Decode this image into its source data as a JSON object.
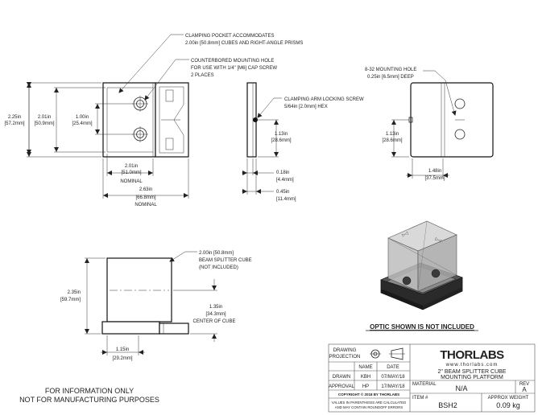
{
  "top_view": {
    "callout_pocket": [
      "CLAMPING POCKET ACCOMMODATES",
      "2.00in [50.8mm] CUBES AND RIGHT-ANGLE PRISMS"
    ],
    "callout_hole": [
      "COUNTERBORED MOUNTING HOLE",
      "FOR USE WITH 1/4\" [M6] CAP SCREW",
      "2 PLACES"
    ],
    "dim_height_total": [
      "2.25in",
      "[57.2mm]"
    ],
    "dim_height_pocket": [
      "2.01in",
      "[50.9mm]"
    ],
    "dim_hole_spacing": [
      "1.00in",
      "[25.4mm]"
    ],
    "dim_pocket_width": [
      "2.01in",
      "[51.0mm]",
      "NOMINAL"
    ],
    "dim_total_width": [
      "2.63in",
      "[66.8mm]",
      "NOMINAL"
    ]
  },
  "side_view": {
    "callout_screw": [
      "CLAMPING ARM LOCKING SCREW",
      "5/64in [2.0mm] HEX"
    ],
    "dim_height": [
      "1.13in",
      "[28.6mm]"
    ],
    "dim_thin": [
      "0.18in",
      "[4.4mm]"
    ],
    "dim_thick": [
      "0.45in",
      "[11.4mm]"
    ]
  },
  "back_view": {
    "callout_hole": [
      "8-32 MOUNTING HOLE",
      "0.25in [6.5mm] DEEP"
    ],
    "dim_height": [
      "1.13in",
      "[28.6mm]"
    ],
    "dim_width": [
      "1.48in",
      "[37.5mm]"
    ]
  },
  "front_view": {
    "callout_cube": [
      "2.00in [50.8mm]",
      "BEAM SPLITTER CUBE",
      "(NOT INCLUDED)"
    ],
    "dim_height": [
      "2.35in",
      "[59.7mm]"
    ],
    "dim_center": [
      "1.35in",
      "[34.3mm]",
      "CENTER OF CUBE"
    ],
    "dim_width": [
      "1.15in",
      "[29.2mm]"
    ]
  },
  "iso_note": "OPTIC SHOWN IS NOT INCLUDED",
  "disclaimer": [
    "FOR INFORMATION ONLY",
    "NOT FOR MANUFACTURING PURPOSES"
  ],
  "title_block": {
    "projection_label": [
      "DRAWING",
      "PROJECTION"
    ],
    "logo": "THORLABS",
    "website": "www.thorlabs.com",
    "title": [
      "2\" BEAM SPLITTER CUBE",
      "MOUNTING PLATFORM"
    ],
    "col_name": "NAME",
    "col_date": "DATE",
    "drawn_label": "DRAWN",
    "drawn_name": "KBH",
    "drawn_date": "07/MAY/18",
    "approval_label": "APPROVAL",
    "approval_name": "HP",
    "approval_date": "17/MAY/18",
    "material_label": "MATERIAL",
    "material_value": "N/A",
    "rev_label": "REV",
    "rev_value": "A",
    "copyright": "COPYRIGHT © 2018 BY THORLABS",
    "values_note": [
      "VALUES IN PARENTHESIS ARE CALCULATED",
      "AND MAY CONTAIN ROUNDOFF ERRORS"
    ],
    "item_label": "ITEM #",
    "item_value": "BSH2",
    "weight_label": "APPROX WEIGHT",
    "weight_value": "0.09 kg"
  },
  "colors": {
    "line": "#222222",
    "part_fill": "#ffffff",
    "iso_dark": "#2a2a2a",
    "iso_glass": "#bfbfbf"
  }
}
